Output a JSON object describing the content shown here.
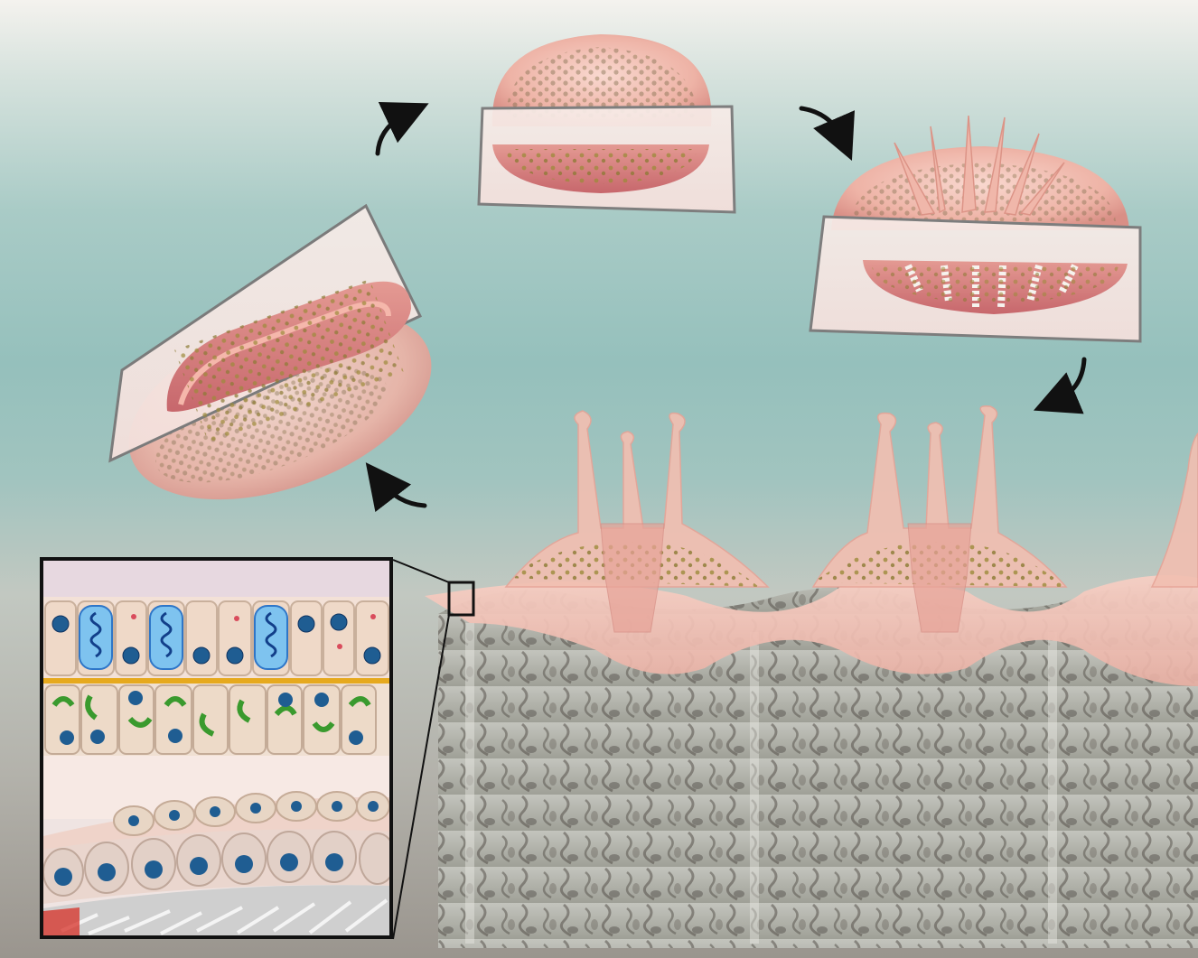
{
  "colors": {
    "background_top": "#f4f2ee",
    "background_teal": "#95c0bc",
    "tissue_pink": "#f2c2b4",
    "tissue_deep_pink": "#d7787a",
    "symbiont_gold": "#b59a2c",
    "nucleus_blue": "#1f5d92",
    "nematocyst_blue": "#2e76c8",
    "chloroplast_green": "#3a9a2e",
    "skeleton_grey": "#a9aba4",
    "arrow_black": "#111111"
  },
  "cycle_stages": [
    {
      "id": "stage-1",
      "icon": "planula-larva-cross-section"
    },
    {
      "id": "stage-2",
      "icon": "settled-disc-cross-section"
    },
    {
      "id": "stage-3",
      "icon": "primary-polyp-cross-section"
    },
    {
      "id": "stage-4",
      "icon": "adult-coral-colony"
    }
  ],
  "arrows": [
    "curved-arrow-icon",
    "curved-arrow-icon",
    "curved-arrow-icon",
    "curved-arrow-icon"
  ],
  "inset": {
    "icon": "tissue-layer-magnified-view",
    "layers": [
      "oral-epidermis",
      "oral-gastrodermis",
      "aboral-gastrodermis",
      "calicodermis",
      "aragonite-skeleton"
    ]
  }
}
